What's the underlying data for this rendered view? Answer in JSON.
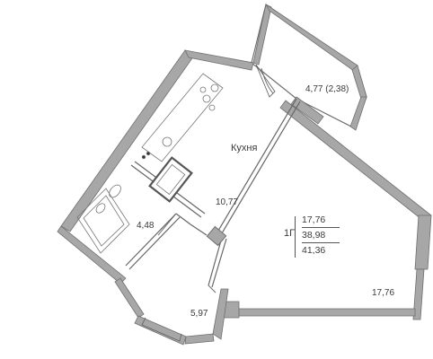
{
  "plan": {
    "colors": {
      "wall": "#a7a7a7",
      "wall_outline": "#6f6f6f",
      "line": "#666666",
      "text": "#3a3a3a"
    },
    "rooms": {
      "kitchen_label": "Кухня",
      "kitchen_area": "10,77",
      "balcony_area": "4,77 (2,38)",
      "bathroom_area": "4,48",
      "hall_area": "5,97",
      "living_area": "17,76"
    },
    "summary": {
      "type_label": "1Г",
      "living": "17,76",
      "total": "38,98",
      "total_with_balcony": "41,36"
    }
  }
}
